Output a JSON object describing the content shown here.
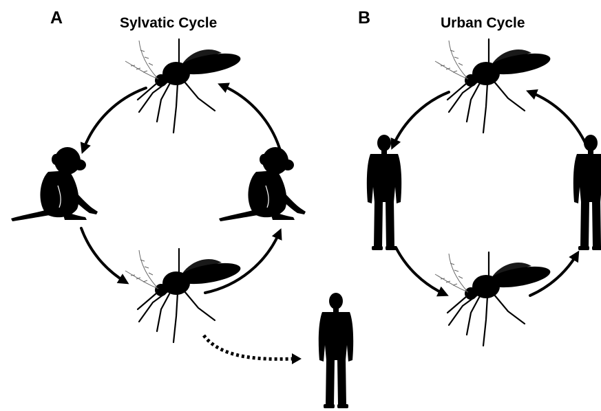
{
  "panels": [
    {
      "letter": "A",
      "title": "Sylvatic Cycle"
    },
    {
      "letter": "B",
      "title": "Urban Cycle"
    }
  ],
  "icons": {
    "vector": "mosquito-icon",
    "sylvatic_host": "monkey-icon",
    "urban_host": "human-icon",
    "spillover_host": "human-icon"
  },
  "colors": {
    "ink": "#000000",
    "background": "#ffffff"
  }
}
